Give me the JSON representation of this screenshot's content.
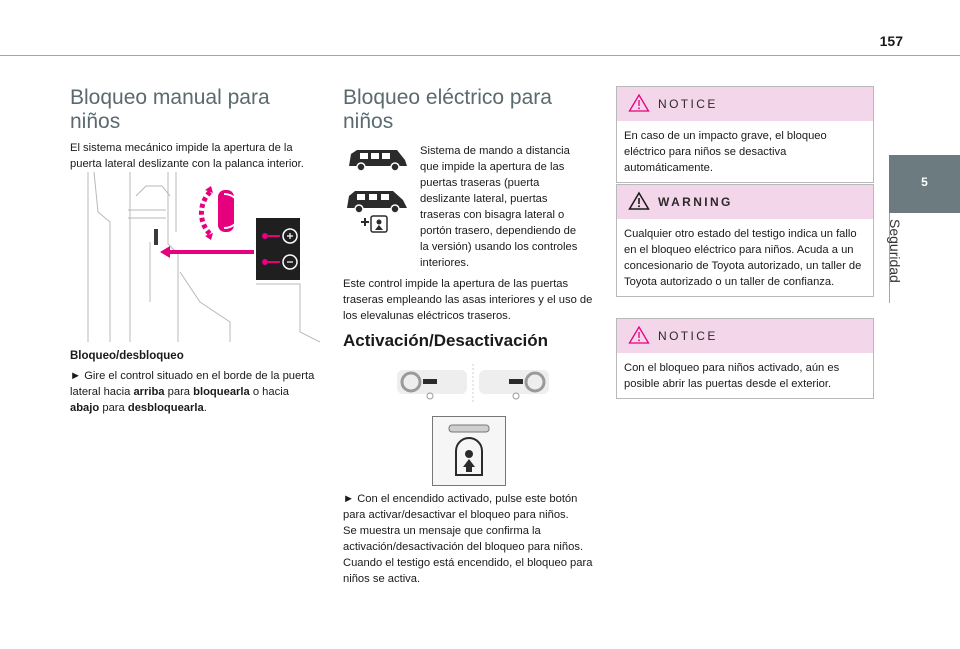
{
  "page": {
    "number": "157",
    "chapter_number": "5",
    "chapter_title": "Seguridad"
  },
  "left": {
    "title": "Bloqueo manual para niños",
    "intro": "El sistema mecánico impide la apertura de la puerta lateral deslizante con la palanca interior.",
    "subheading": "Bloqueo/desbloqueo",
    "instruction_arrow": "►",
    "instruction_a": "Gire el control situado en el borde de la puerta lateral hacia",
    "instruction_b": "arriba",
    "instruction_c": "para",
    "instruction_d": "bloquearla",
    "instruction_e": "o hacia",
    "instruction_f": "abajo",
    "instruction_g": "para",
    "instruction_h": "desbloquearla",
    "instruction_i": "."
  },
  "middle": {
    "title": "Bloqueo eléctrico para niños",
    "intro": "Sistema de mando a distancia que impide la apertura de las puertas traseras (puerta deslizante lateral, puertas traseras con bisagra lateral o portón trasero, dependiendo de la versión) usando los controles interiores.",
    "body": "Este control impide la apertura de las puertas traseras empleando las asas interiores y el uso de los elevalunas eléctricos traseros.",
    "subheading": "Activación/Desactivación",
    "instruction_arrow": "►",
    "instruction": "Con el encendido activado, pulse este botón para activar/desactivar el bloqueo para niños.",
    "para2": "Se muestra un mensaje que confirma la activación/desactivación del bloqueo para niños.",
    "para3": "Cuando el testigo está encendido, el bloqueo para niños se activa."
  },
  "right": {
    "notice1": {
      "label": "NOTICE",
      "text": "En caso de un impacto grave, el bloqueo eléctrico para niños se desactiva automáticamente."
    },
    "warning": {
      "label": "WARNING",
      "text": "Cualquier otro estado del testigo indica un fallo en el bloqueo eléctrico para niños. Acuda a un concesionario de Toyota autorizado, un taller de Toyota autorizado o un taller de confianza."
    },
    "notice2": {
      "label": "NOTICE",
      "text": "Con el bloqueo para niños activado, aún es posible abrir las puertas desde el exterior."
    }
  },
  "colors": {
    "accent_pink": "#e6007e",
    "notice_bg": "#f4d6ea",
    "tab_gray": "#6b7b80",
    "title_gray": "#5b6a6e"
  },
  "icons": [
    "warning-triangle-icon",
    "child-lock-icon",
    "van-icon",
    "steering-wheel-icon"
  ]
}
